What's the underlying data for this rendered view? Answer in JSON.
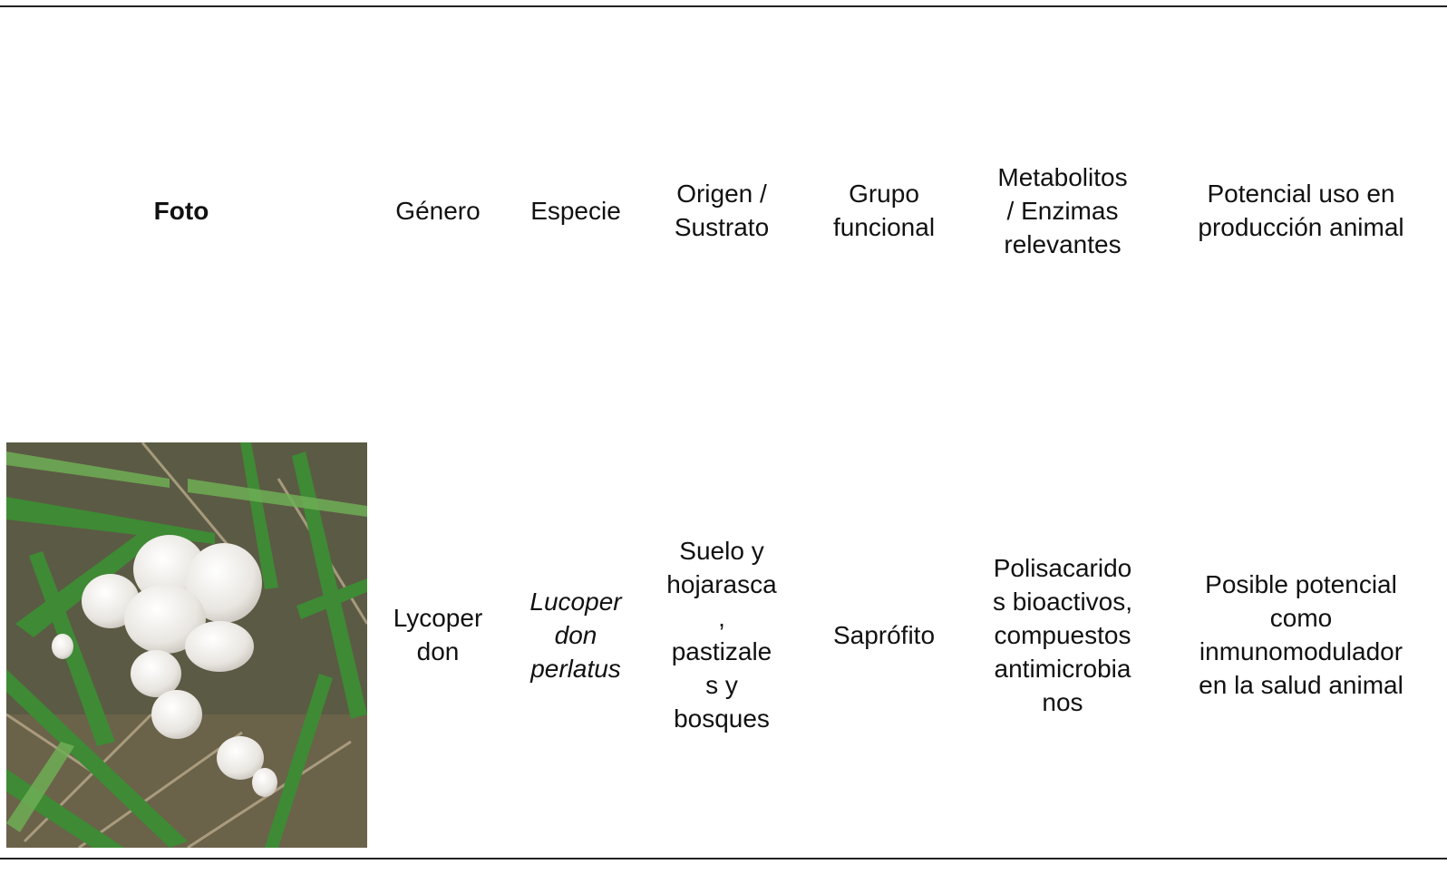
{
  "table": {
    "headers": {
      "foto": "Foto",
      "genero": "Género",
      "especie": "Especie",
      "origen": "Origen /\nSustrato",
      "grupo": "Grupo\nfuncional",
      "metabolitos": "Metabolitos\n/ Enzimas\nrelevantes",
      "potencial": "Potencial uso en\nproducción animal"
    },
    "rows": [
      {
        "genero": "Lycoper\ndon",
        "especie": "Lucoper\ndon\nperlatus",
        "origen": "Suelo y\nhojarasca\n,\npastizale\ns y\nbosques",
        "grupo": "Saprófito",
        "metabolitos": "Polisacarido\ns bioactivos,\ncompuestos\nantimicrobia\nnos",
        "potencial": "Posible potencial\ncomo\ninmunomodulador\nen la salud animal",
        "photo_subject": "white-puffball-mushrooms-in-grass"
      }
    ]
  }
}
